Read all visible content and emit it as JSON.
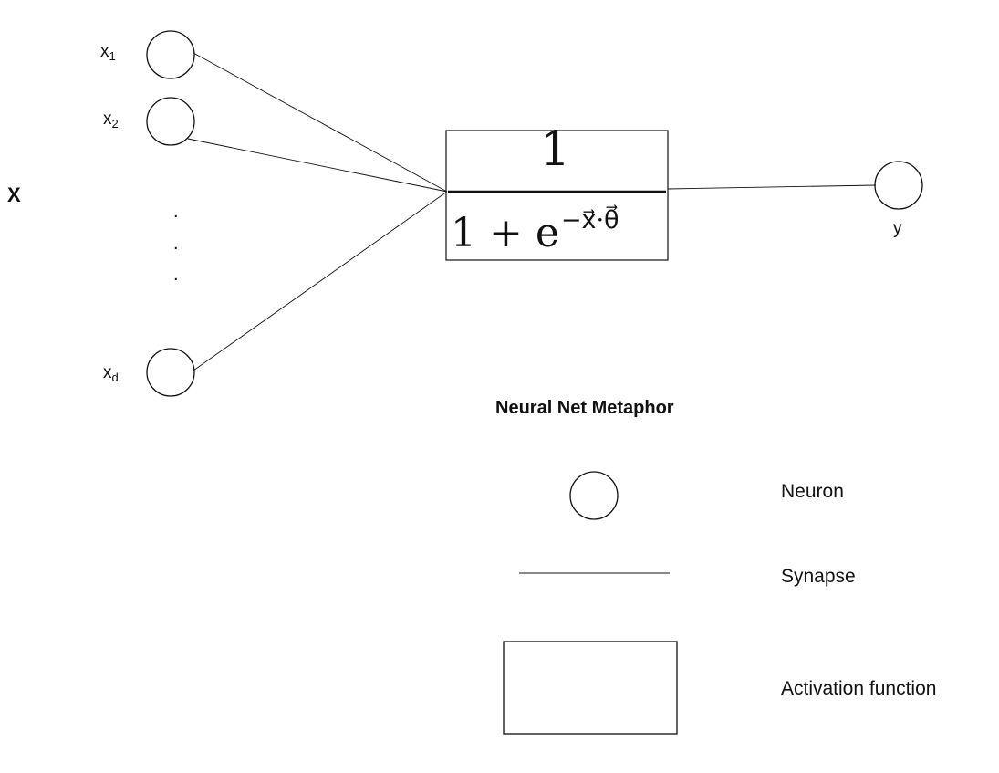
{
  "diagram": {
    "input_vector_label": "X",
    "inputs": [
      {
        "base": "x",
        "sub": "1"
      },
      {
        "base": "x",
        "sub": "2"
      },
      {
        "base": "x",
        "sub": "d"
      }
    ],
    "ellipsis": [
      ".",
      ".",
      "."
    ],
    "activation": {
      "numerator": "1",
      "denominator_prefix": "1 + e",
      "exponent": "−x⃗·θ⃗"
    },
    "output_label": "y"
  },
  "legend": {
    "title": "Neural Net Metaphor",
    "items": [
      {
        "symbol": "circle",
        "label": "Neuron"
      },
      {
        "symbol": "line",
        "label": "Synapse"
      },
      {
        "symbol": "rectangle",
        "label": "Activation function"
      }
    ]
  }
}
